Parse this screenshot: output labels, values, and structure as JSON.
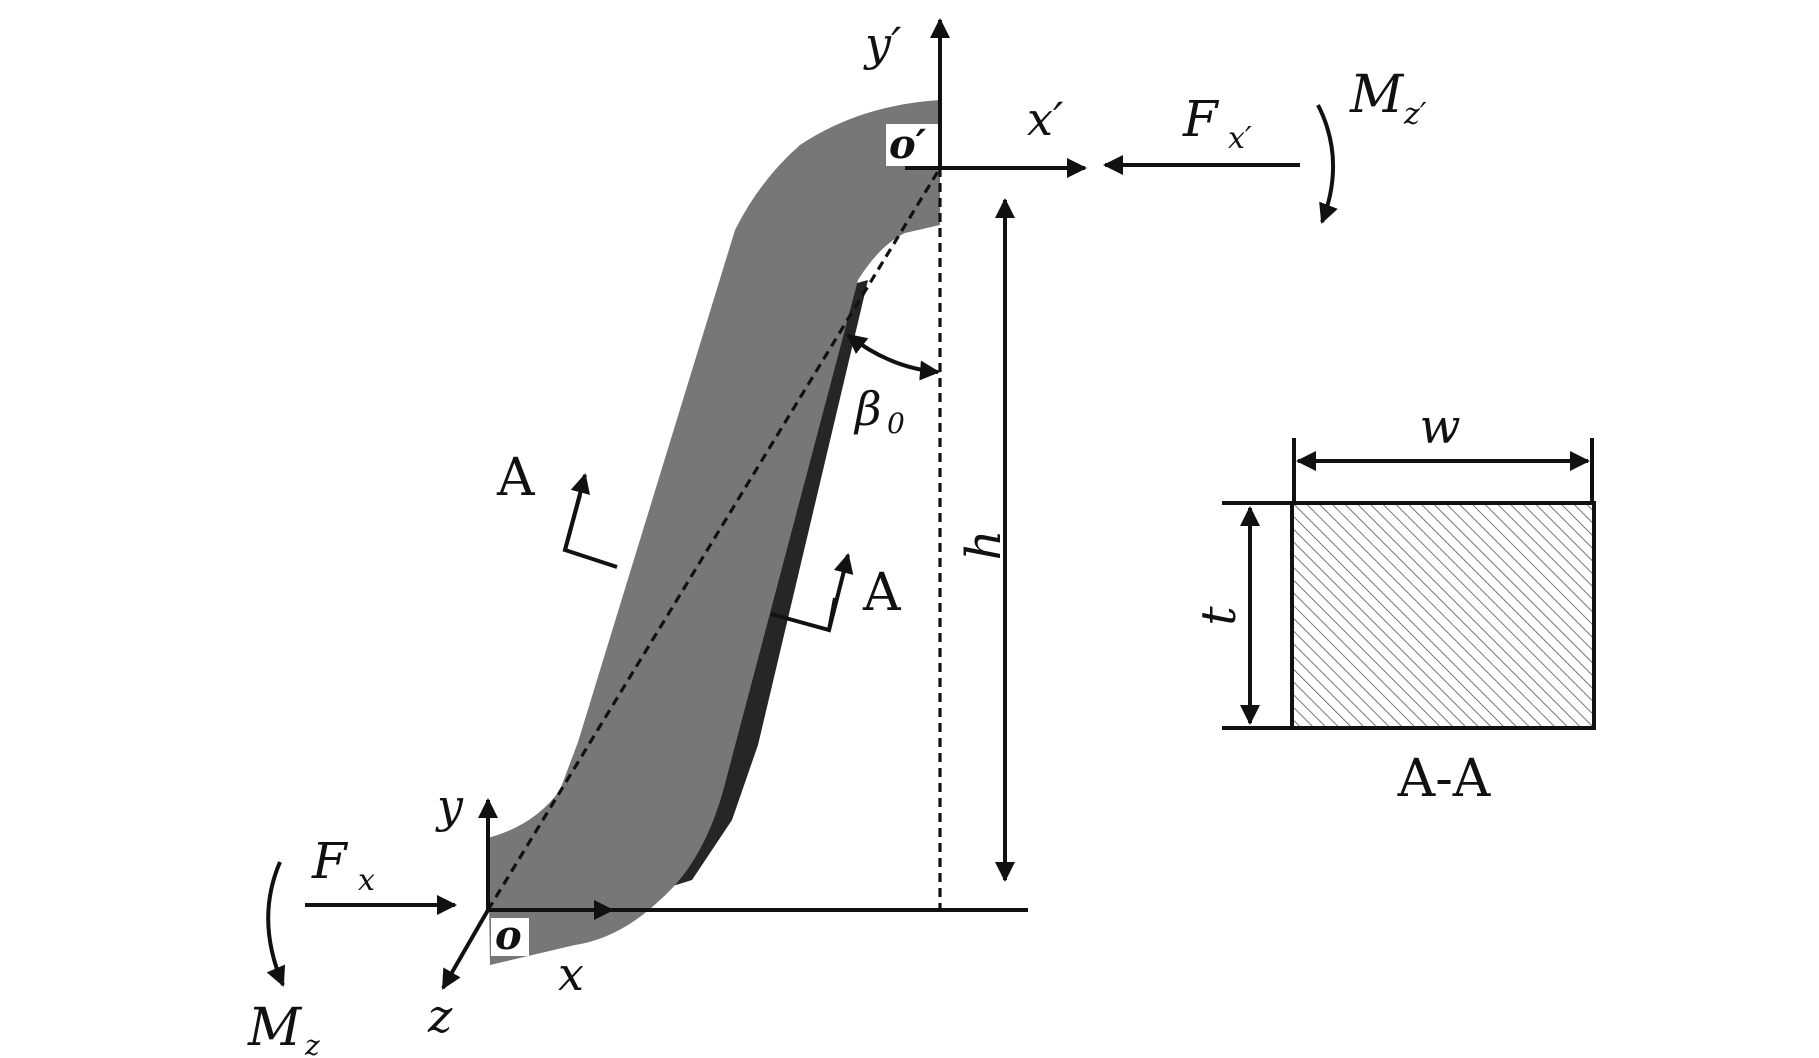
{
  "figure": {
    "labels": {
      "y_prime": "y′",
      "x_prime": "x′",
      "o_prime": "o′",
      "F_main": "F",
      "F_x_prime_sub": "x′",
      "M_top_main": "M",
      "M_top_sub": "z′",
      "beta_main": "β",
      "beta_sub": "0",
      "h": "h",
      "section_A_left": "A",
      "section_A_right": "A",
      "y": "y",
      "x": "x",
      "z": "z",
      "o": "o",
      "F_x_main": "F",
      "F_x_sub": "x",
      "M_bottom_main": "M",
      "M_bottom_sub": "z"
    },
    "cross_section": {
      "w": "w",
      "t": "t",
      "caption": "A-A"
    },
    "colors": {
      "beam_face": "#777777",
      "beam_side": "#262626",
      "ink": "#111111",
      "hatch": "#555555"
    }
  }
}
